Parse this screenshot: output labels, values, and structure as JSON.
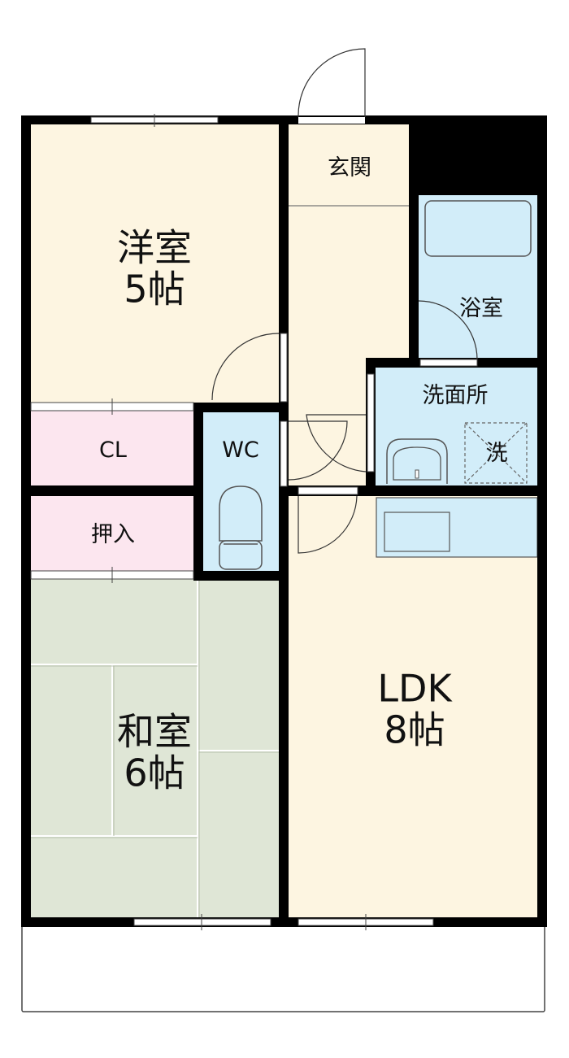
{
  "rooms": {
    "western_room": {
      "name": "洋室",
      "size": "5帖"
    },
    "japanese_room": {
      "name": "和室",
      "size": "6帖"
    },
    "ldk": {
      "name": "LDK",
      "size": "8帖"
    },
    "entrance": {
      "name": "玄関"
    },
    "bathroom": {
      "name": "浴室"
    },
    "washroom": {
      "name": "洗面所"
    },
    "washer": {
      "name": "洗"
    },
    "closet": {
      "name": "CL"
    },
    "oshiire": {
      "name": "押入"
    },
    "toilet": {
      "name": "WC"
    }
  },
  "colors": {
    "wall": "#000000",
    "floor_cream": "#fdf5e1",
    "storage_pink": "#fce6ef",
    "wet_blue": "#d2edf9",
    "tatami_green": "#dfe6d6"
  }
}
